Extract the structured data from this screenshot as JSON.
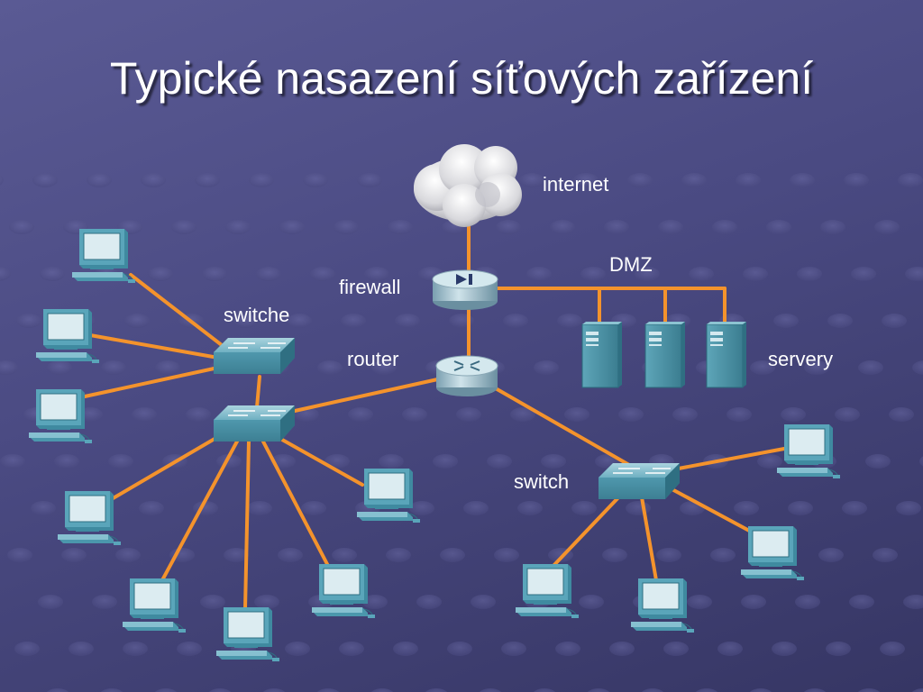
{
  "title": "Typické nasazení síťových zařízení",
  "labels": {
    "internet": "internet",
    "dmz": "DMZ",
    "firewall": "firewall",
    "switche": "switche",
    "router": "router",
    "servery": "servery",
    "switch": "switch"
  },
  "colors": {
    "link": "#f4932c",
    "device": "#4e93a8",
    "background": "#4a4a82"
  },
  "icons": {
    "cloud": "internet-cloud-icon",
    "firewall": "firewall-icon",
    "router": "router-icon",
    "switch": "switch-icon",
    "server": "server-icon",
    "computer": "computer-icon"
  }
}
